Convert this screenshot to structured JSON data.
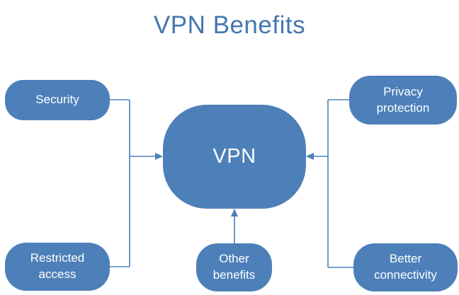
{
  "title": "VPN Benefits",
  "diagram": {
    "center": {
      "label": "VPN"
    },
    "nodes": [
      {
        "id": "security",
        "label": "Security"
      },
      {
        "id": "privacy-protection",
        "label": "Privacy protection"
      },
      {
        "id": "restricted-access",
        "label": "Restricted access"
      },
      {
        "id": "other-benefits",
        "label": "Other benefits"
      },
      {
        "id": "better-connectivity",
        "label": "Better connectivity"
      }
    ],
    "connections": [
      {
        "from": "security",
        "to": "center",
        "direction": "into-left-side"
      },
      {
        "from": "restricted-access",
        "to": "center",
        "direction": "into-left-side"
      },
      {
        "from": "privacy-protection",
        "to": "center",
        "direction": "into-right-side"
      },
      {
        "from": "better-connectivity",
        "to": "center",
        "direction": "into-right-side"
      },
      {
        "from": "other-benefits",
        "to": "center",
        "direction": "into-bottom"
      }
    ]
  },
  "colors": {
    "node_fill": "#4d80b9",
    "node_text": "#ffffff",
    "line": "#4d80b9",
    "title": "#4575b0",
    "background": "#ffffff"
  }
}
